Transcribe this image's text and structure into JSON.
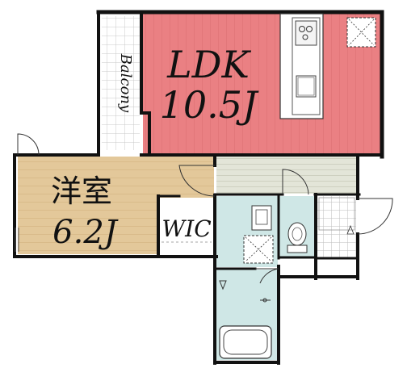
{
  "rooms": {
    "ldk": {
      "name": "LDK",
      "size": "10.5J",
      "color": "#ea8083"
    },
    "western": {
      "name": "洋室",
      "size": "6.2J",
      "color": "#e3c89a"
    },
    "wic": {
      "name": "WIC"
    },
    "balcony": {
      "name": "Balcony"
    }
  },
  "colors": {
    "wall": "#111111",
    "wet_area": "#cfe7e6",
    "hall": "#e1e3d6",
    "floor_stripe": "#d66c70"
  }
}
